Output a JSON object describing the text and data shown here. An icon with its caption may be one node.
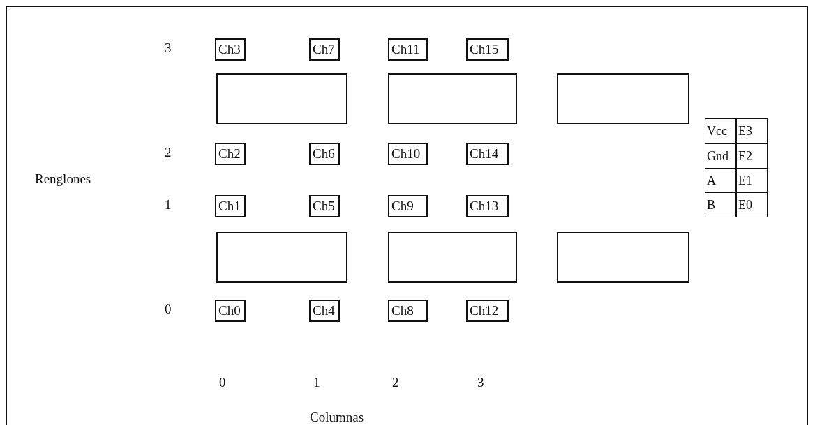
{
  "diagram": {
    "nodes": [
      {
        "text": [
          "Ch3"
        ]
      },
      {
        "text": [
          "Ch7"
        ]
      },
      {
        "text": [
          "Ch11"
        ]
      },
      {
        "text": [
          "Ch15"
        ]
      },
      {
        "text": [],
        "shape": "box"
      },
      {
        "text": [],
        "shape": "box"
      },
      {
        "text": [],
        "shape": "box"
      },
      {
        "text": [
          "Ch2"
        ]
      },
      {
        "text": [
          "Ch6"
        ]
      },
      {
        "text": [
          "Ch10"
        ]
      },
      {
        "text": [
          "Ch14"
        ]
      },
      {
        "text": [
          "Ch1"
        ]
      },
      {
        "text": [
          "Ch5"
        ]
      },
      {
        "text": [
          "Ch9"
        ]
      },
      {
        "text": [
          "Ch13"
        ]
      },
      {
        "text": [],
        "shape": "box"
      },
      {
        "text": [],
        "shape": "box"
      },
      {
        "text": [],
        "shape": "box"
      },
      {
        "text": [
          "Ch0"
        ]
      },
      {
        "text": [
          "Ch4"
        ]
      },
      {
        "text": [
          "Ch8"
        ]
      },
      {
        "text": [
          "Ch12"
        ]
      },
      {
        "text": [
          "Vcc"
        ]
      },
      {
        "text": [
          "E3"
        ]
      },
      {
        "text": [
          "Gnd"
        ]
      },
      {
        "text": [
          "E2"
        ]
      },
      {
        "text": [
          "A"
        ]
      },
      {
        "text": [
          "E1"
        ]
      },
      {
        "text": [
          "B"
        ]
      },
      {
        "text": [
          "E0"
        ]
      }
    ],
    "labels": [
      "3",
      "2",
      "Renglones",
      "1",
      "0",
      "0",
      "1",
      "2",
      "3",
      "Columnas"
    ]
  }
}
